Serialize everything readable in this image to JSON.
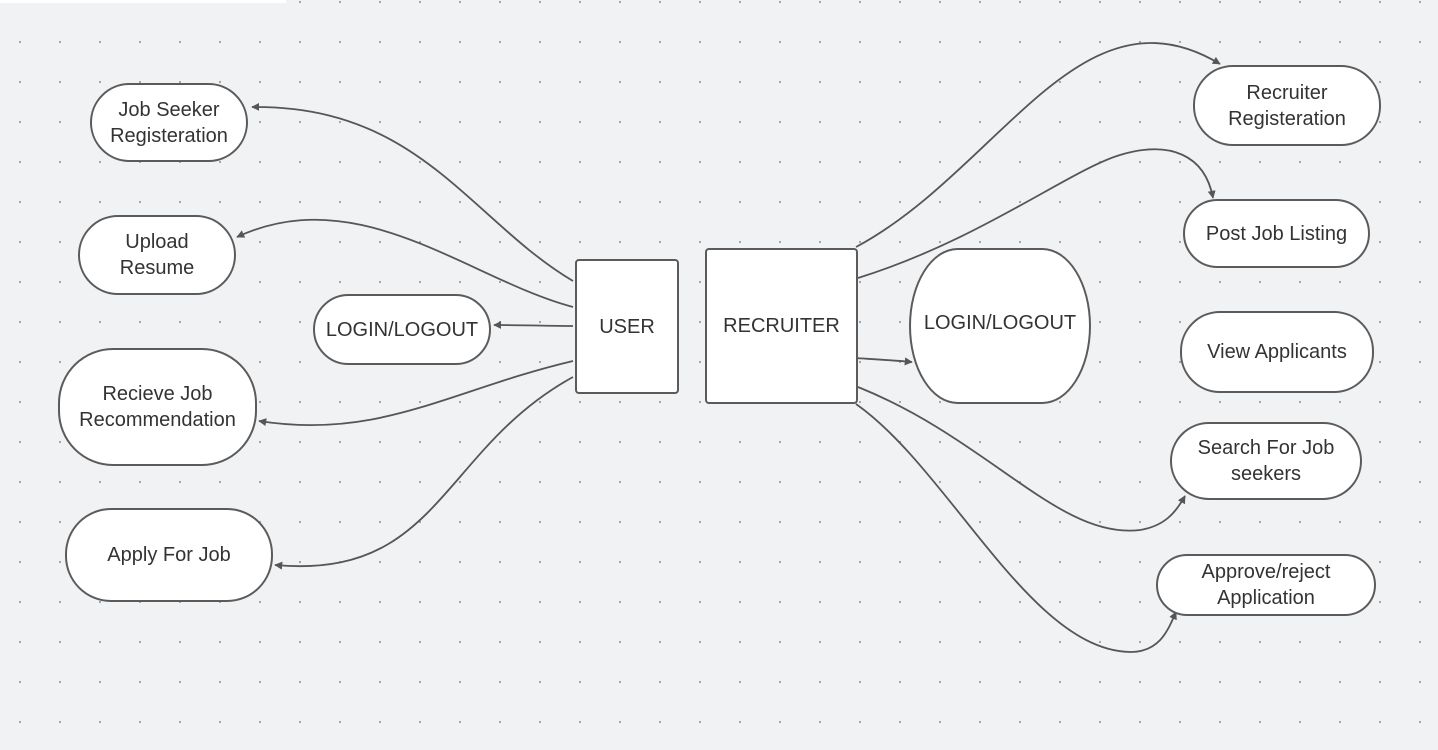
{
  "diagram": {
    "nodes": {
      "user": "USER",
      "recruiter": "RECRUITER",
      "user_login": "LOGIN/LOGOUT",
      "recruiter_login": "LOGIN/LOGOUT",
      "job_seeker_registration": "Job Seeker\nRegisteration",
      "upload_resume": "Upload\nResume",
      "receive_recommendation": "Recieve Job\nRecommendation",
      "apply_for_job": "Apply For Job",
      "recruiter_registration": "Recruiter\nRegisteration",
      "post_job_listing": "Post Job Listing",
      "view_applicants": "View Applicants",
      "search_job_seekers": "Search For Job\nseekers",
      "approve_reject": "Approve/reject\nApplication"
    },
    "edges": [
      {
        "from": "user",
        "to": "job_seeker_registration"
      },
      {
        "from": "user",
        "to": "upload_resume"
      },
      {
        "from": "user",
        "to": "user_login"
      },
      {
        "from": "user",
        "to": "receive_recommendation"
      },
      {
        "from": "user",
        "to": "apply_for_job"
      },
      {
        "from": "recruiter",
        "to": "recruiter_registration"
      },
      {
        "from": "recruiter",
        "to": "post_job_listing"
      },
      {
        "from": "recruiter",
        "to": "recruiter_login"
      },
      {
        "from": "recruiter",
        "to": "search_job_seekers"
      },
      {
        "from": "recruiter",
        "to": "approve_reject"
      }
    ],
    "colors": {
      "stroke": "#5b5b5b",
      "fill": "#ffffff",
      "text": "#333333",
      "background": "#f1f2f4"
    }
  }
}
